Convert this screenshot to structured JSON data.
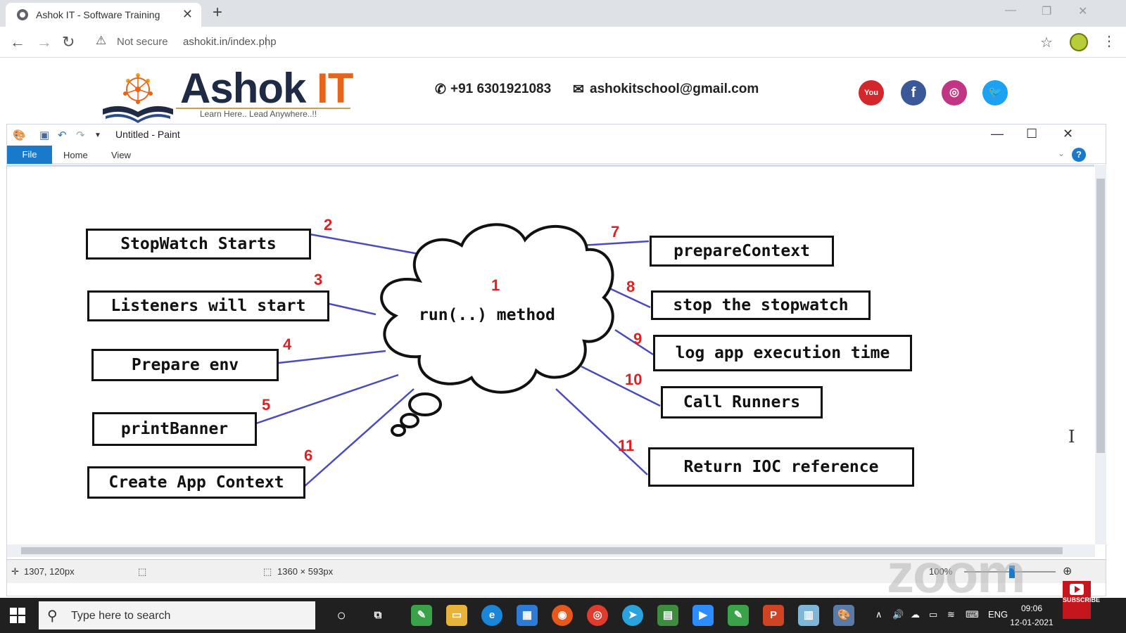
{
  "browser": {
    "tab_title": "Ashok IT - Software Training",
    "tab_close": "✕",
    "new_tab": "+",
    "security_label": "Not secure",
    "url": "ashokit.in/index.php"
  },
  "site": {
    "logo_main": "Ashok ",
    "logo_accent": "IT",
    "tagline": "Learn Here.. Lead Anywhere..!!",
    "phone": "+91 6301921083",
    "email": "ashokitschool@gmail.com",
    "social": [
      "youtube",
      "facebook",
      "instagram",
      "twitter"
    ]
  },
  "paint": {
    "caption": "Untitled - Paint",
    "ribbon_tabs": {
      "file": "File",
      "home": "Home",
      "view": "View"
    },
    "help": "?",
    "status": {
      "cursor_pos": "1307, 120px",
      "canvas_size": "1360 × 593px",
      "zoom": "100%"
    }
  },
  "diagram": {
    "center": "run(..) method",
    "center_number": "1",
    "steps": [
      {
        "n": "2",
        "label": "StopWatch Starts"
      },
      {
        "n": "3",
        "label": "Listeners will start"
      },
      {
        "n": "4",
        "label": "Prepare env"
      },
      {
        "n": "5",
        "label": "printBanner"
      },
      {
        "n": "6",
        "label": "Create App Context"
      },
      {
        "n": "7",
        "label": "prepareContext"
      },
      {
        "n": "8",
        "label": "stop the stopwatch"
      },
      {
        "n": "9",
        "label": "log app execution time"
      },
      {
        "n": "10",
        "label": "Call Runners"
      },
      {
        "n": "11",
        "label": "Return IOC reference"
      }
    ],
    "line_color": "#4b4bbf",
    "number_color": "#e02020"
  },
  "watermark": "zoom",
  "taskbar": {
    "search_placeholder": "Type here to search",
    "language": "ENG",
    "time": "09:06",
    "date": "12-01-2021",
    "subscribe": "SUBSCRIBE"
  }
}
